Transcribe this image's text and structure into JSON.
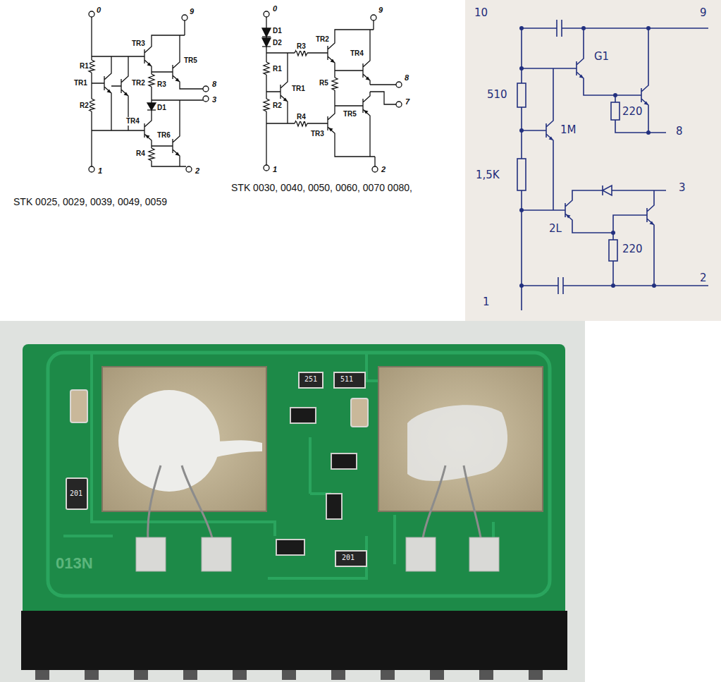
{
  "diagram": {
    "labels": [
      "0",
      "9",
      "TR3",
      "TR5",
      "R1",
      "TR1",
      "TR2",
      "R3",
      "8",
      "3",
      "D1",
      "R2",
      "TR4",
      "TR6",
      "R4",
      "1",
      "2",
      "STK 0025, 0029, 0039, 0049, 0059",
      "0",
      "9",
      "D1",
      "D2",
      "R3",
      "TR2",
      "TR4",
      "8",
      "R1",
      "TR1",
      "R5",
      "R2",
      "R4",
      "TR3",
      "TR5",
      "7",
      "1",
      "2",
      "STK 0030, 0040, 0050, 0060, 0070 0080,",
      "10",
      "9",
      "G1",
      "510",
      "220",
      "8",
      "1M",
      "1,5K",
      "3",
      "2L",
      "220",
      "1",
      "2",
      "251",
      "511",
      "201",
      "201",
      "013N"
    ]
  }
}
